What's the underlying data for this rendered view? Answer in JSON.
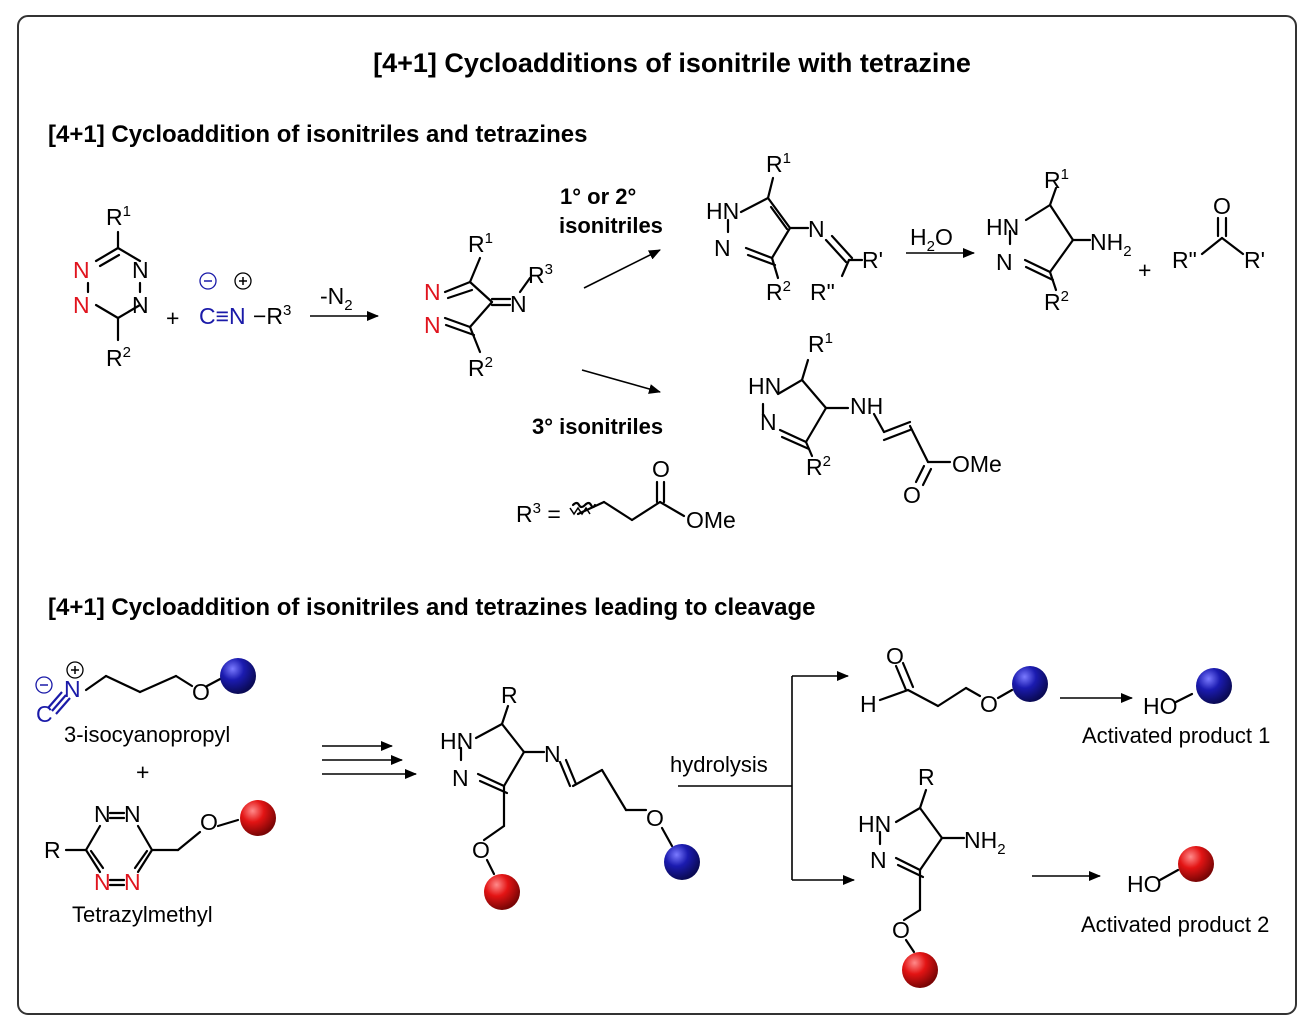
{
  "title": "[4+1] Cycloadditions of isonitrile with tetrazine",
  "section1": {
    "heading": "[4+1] Cycloaddition of isonitriles and tetrazines",
    "cond_n2": "-N",
    "cond_n2_sub": "2",
    "cond_12": "1° or 2°",
    "cond_12b": "isonitriles",
    "cond_3": "3° isonitriles",
    "h2o": "H",
    "h2o_sub": "2",
    "h2o_tail": "O",
    "r3_def": "R",
    "r3_sup": "3",
    "r3_eq": " =",
    "ome": "OMe",
    "o": "O"
  },
  "section2": {
    "heading": "[4+1] Cycloaddition of isonitriles and tetrazines leading to cleavage",
    "isocyano_label": "3-isocyanopropyl",
    "plus": "+",
    "tetrazyl_label": "Tetrazylmethyl",
    "hydrolysis": "hydrolysis",
    "product1": "Activated product 1",
    "product2": "Activated product 2",
    "ho": "HO"
  },
  "colors": {
    "border": "#333333",
    "red_atom": "#e0141e",
    "blue_atom": "#1a1aa8",
    "red_ball": "#e31414",
    "blue_ball": "#1b1bb0"
  }
}
